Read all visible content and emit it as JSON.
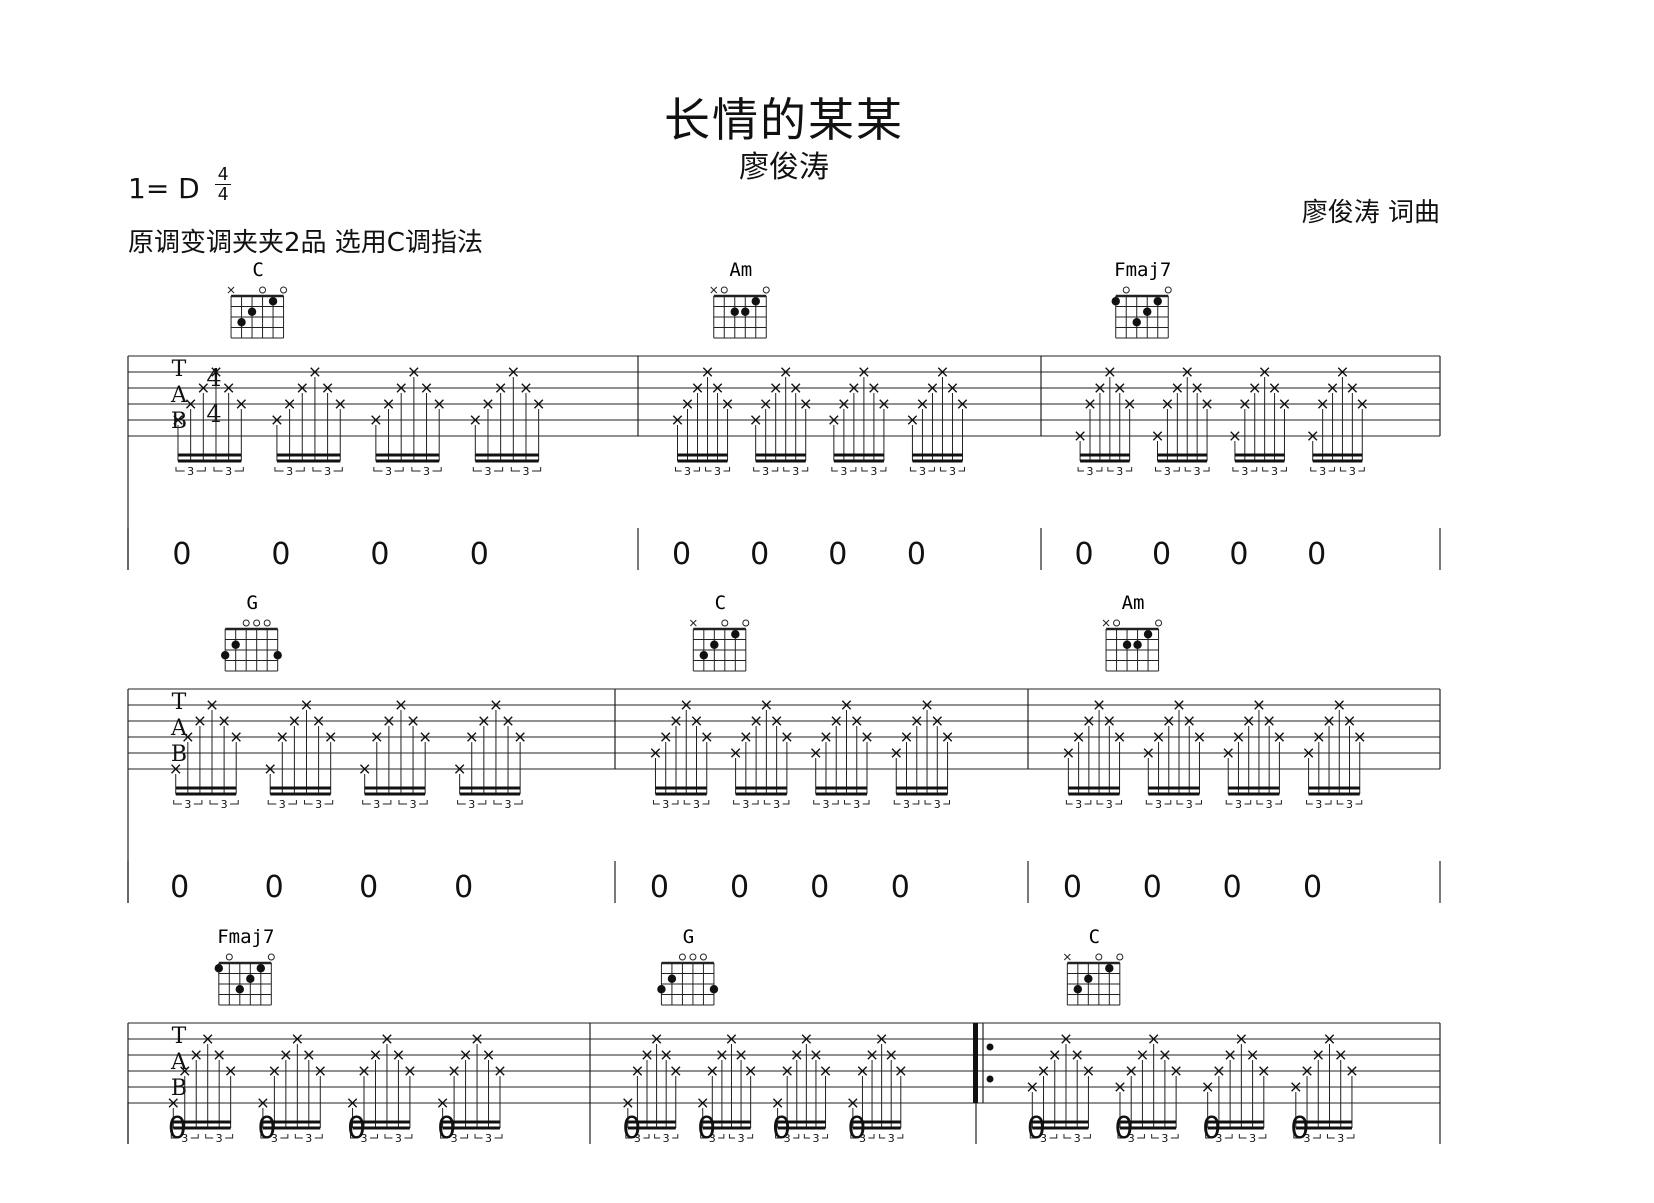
{
  "title": "长情的某某",
  "artist": "廖俊涛",
  "key": {
    "label": "1= D",
    "time_sig_top": "4",
    "time_sig_bottom": "4"
  },
  "capo_note": "原调变调夹夹2品  选用C调指法",
  "credits": "廖俊涛  词曲",
  "tab_clef": [
    "T",
    "A",
    "B"
  ],
  "tab_time_sig": [
    "4",
    "4"
  ],
  "tuplet_label": "3",
  "rhythm_value": "0",
  "systems": [
    {
      "measures": [
        {
          "chord": "C",
          "bass_string": 5,
          "repeat_start": false
        },
        {
          "chord": "Am",
          "bass_string": 5,
          "repeat_start": false
        },
        {
          "chord": "Fmaj7",
          "bass_string": 6,
          "repeat_start": false
        }
      ]
    },
    {
      "measures": [
        {
          "chord": "G",
          "bass_string": 6,
          "repeat_start": false
        },
        {
          "chord": "C",
          "bass_string": 5,
          "repeat_start": false
        },
        {
          "chord": "Am",
          "bass_string": 5,
          "repeat_start": false
        }
      ]
    },
    {
      "measures": [
        {
          "chord": "Fmaj7",
          "bass_string": 6,
          "repeat_start": false
        },
        {
          "chord": "G",
          "bass_string": 6,
          "repeat_start": false
        },
        {
          "chord": "C",
          "bass_string": 5,
          "repeat_start": true
        }
      ]
    }
  ],
  "chord_shapes": {
    "C": {
      "markers": [
        "x",
        "",
        "",
        "o",
        "",
        "o"
      ],
      "dots": [
        [
          5,
          3
        ],
        [
          4,
          2
        ],
        [
          2,
          1
        ]
      ]
    },
    "Am": {
      "markers": [
        "x",
        "o",
        "",
        "",
        "",
        "o"
      ],
      "dots": [
        [
          4,
          2
        ],
        [
          3,
          2
        ],
        [
          2,
          1
        ]
      ]
    },
    "Fmaj7": {
      "markers": [
        "",
        "o",
        "",
        "",
        "",
        "o"
      ],
      "dots": [
        [
          6,
          1
        ],
        [
          4,
          3
        ],
        [
          3,
          2
        ],
        [
          2,
          1
        ]
      ]
    },
    "G": {
      "markers": [
        "",
        "",
        "o",
        "o",
        "o",
        ""
      ],
      "dots": [
        [
          6,
          3
        ],
        [
          5,
          2
        ],
        [
          1,
          3
        ]
      ]
    }
  }
}
